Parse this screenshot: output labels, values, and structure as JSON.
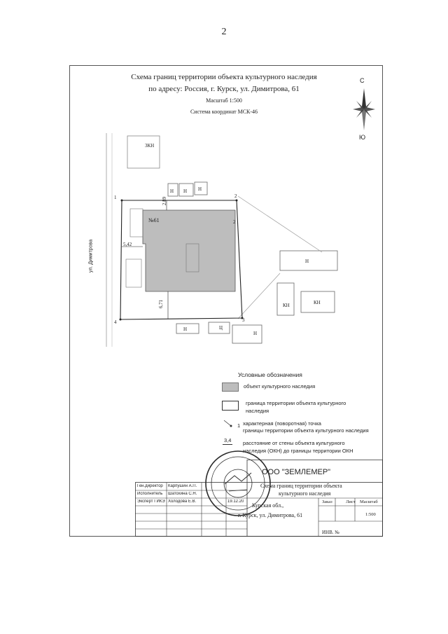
{
  "page_number": "2",
  "header": {
    "title": "Схема границ территории объекта культурного наследия",
    "address": "по адресу: Россия, г. Курск, ул. Димитрова, 61",
    "scale": "Масштаб 1:500",
    "coord_system": "Система координат МСК-46"
  },
  "compass": {
    "north": "С",
    "south": "Ю"
  },
  "map": {
    "street": "ул. Димитрова",
    "object_label": "№61",
    "buildings": [
      "3КН",
      "Н",
      "Н",
      "Н",
      "Н",
      "КН",
      "КН",
      "Н",
      "Ц",
      "Н"
    ],
    "points": [
      "1",
      "2",
      "3",
      "4"
    ],
    "dimensions": {
      "top": "2,89",
      "left": "5,42",
      "bottom": "6,71",
      "right": "2"
    }
  },
  "legend": {
    "title": "Условные обозначения",
    "object": "объект культурного наследия",
    "boundary_line1": "граница территории объекта культурного",
    "boundary_line2": "наследия",
    "point_num": "1",
    "point_line1": "характерная (поворотная) точка",
    "point_line2": "границы территории объекта культурного наследия",
    "distance_sample": "3,4",
    "distance_line1": "расстояние от стены объекта культурного",
    "distance_line2": "наследия (ОКН) до границы территории ОКН"
  },
  "stamp": {
    "company": "ООО \"ЗЕМЛЕМЕР\"",
    "rows": [
      {
        "role": "Ген.директор",
        "name": "Карпушин А.П."
      },
      {
        "role": "Исполнитель",
        "name": "Шатохина С.Н."
      },
      {
        "role": "Эксперт ГИКЭ",
        "name": "Холодова Е.В."
      }
    ],
    "doc_title_line1": "Схема границ территории объекта",
    "doc_title_line2": "культурного наследия",
    "location_line1": "Курская обл.,",
    "location_line2": "г. Курск, ул. Димитрова, 61",
    "col_zakaz": "Заказ",
    "col_list": "Лист",
    "col_scale": "Масштаб",
    "scale_value": "1:500",
    "inv": "ИНВ. №",
    "date_sample": "19.12.20"
  },
  "colors": {
    "object_fill": "#bdbdbd",
    "line": "#333333",
    "stamp_ink": "#2a2a2a"
  }
}
